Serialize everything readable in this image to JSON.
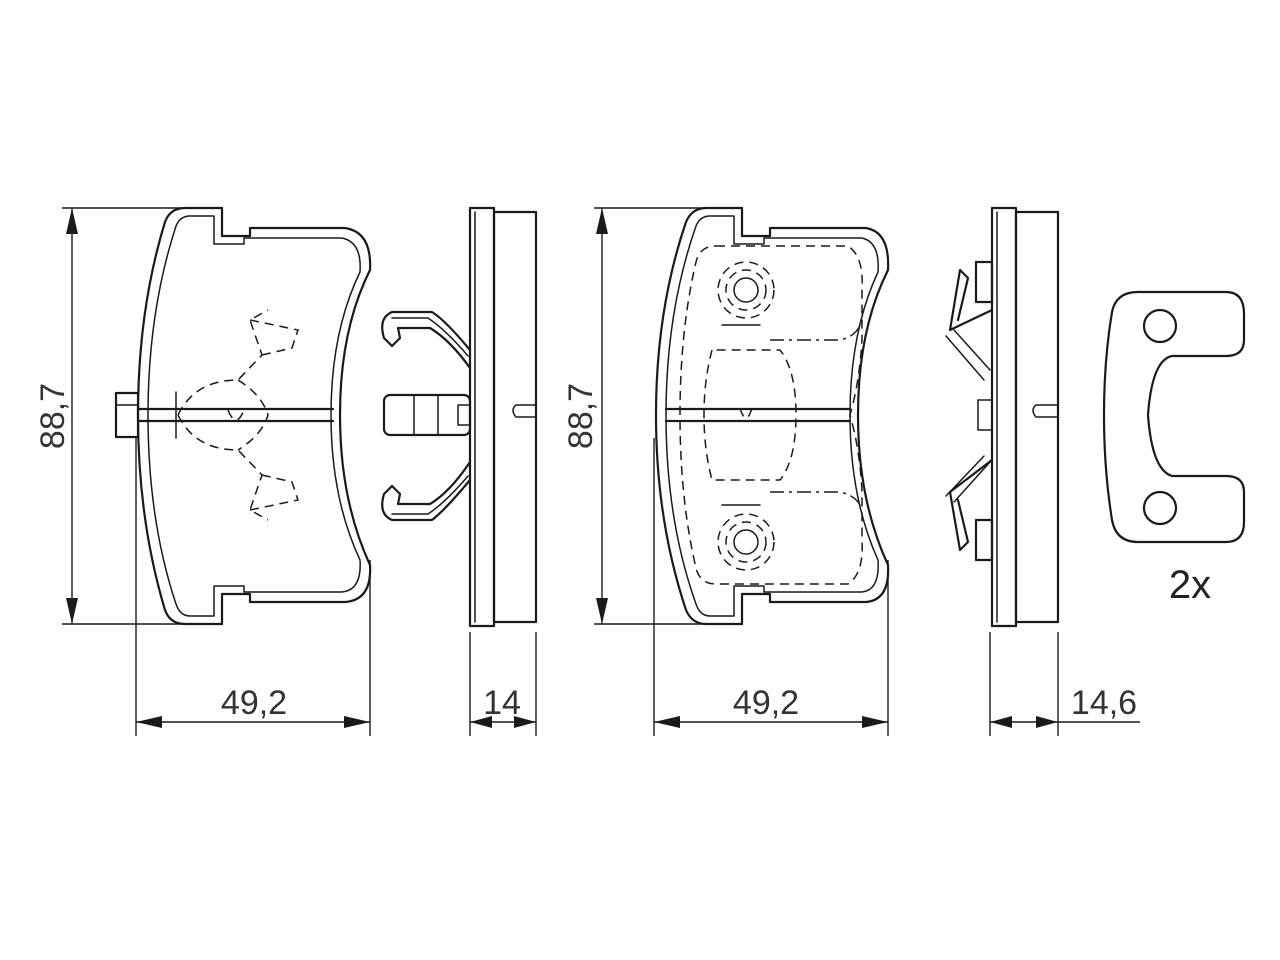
{
  "drawing": {
    "height_left": "88,7",
    "width_left": "49,2",
    "thickness_left": "14",
    "height_right": "88,7",
    "width_right": "49,2",
    "thickness_right": "14,6",
    "quantity_note": "2x"
  }
}
